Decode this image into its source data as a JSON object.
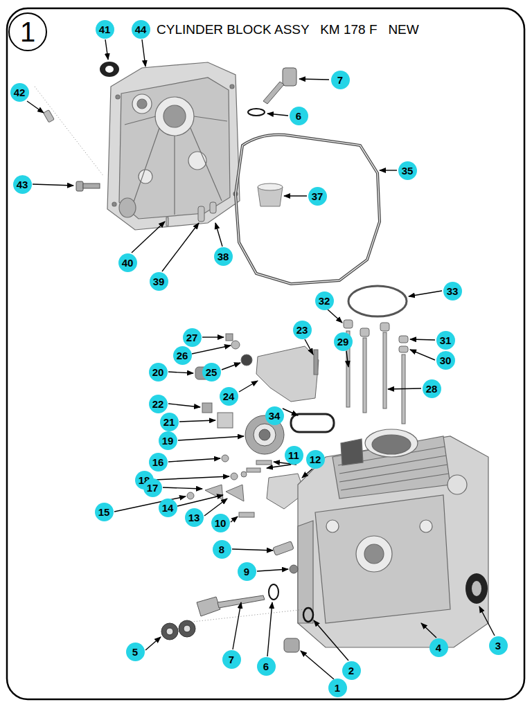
{
  "diagram": {
    "title": "CYLINDER BLOCK ASSY   KM 178 F   NEW",
    "nodes": [
      {
        "text": [
          "1"
        ]
      },
      {
        "text": [
          "41"
        ]
      },
      {
        "text": [
          "44"
        ]
      },
      {
        "text": [
          "7"
        ]
      },
      {
        "text": [
          "42"
        ]
      },
      {
        "text": [
          "6"
        ]
      },
      {
        "text": [
          "35"
        ]
      },
      {
        "text": [
          "43"
        ]
      },
      {
        "text": [
          "37"
        ]
      },
      {
        "text": [
          "38"
        ]
      },
      {
        "text": [
          "40"
        ]
      },
      {
        "text": [
          "39"
        ]
      },
      {
        "text": [
          "33"
        ]
      },
      {
        "text": [
          "32"
        ]
      },
      {
        "text": [
          "23"
        ]
      },
      {
        "text": [
          "27"
        ]
      },
      {
        "text": [
          "31"
        ]
      },
      {
        "text": [
          "29"
        ]
      },
      {
        "text": [
          "26"
        ]
      },
      {
        "text": [
          "30"
        ]
      },
      {
        "text": [
          "20"
        ]
      },
      {
        "text": [
          "25"
        ]
      },
      {
        "text": [
          "28"
        ]
      },
      {
        "text": [
          "24"
        ]
      },
      {
        "text": [
          "22"
        ]
      },
      {
        "text": [
          "34"
        ]
      },
      {
        "text": [
          "21"
        ]
      },
      {
        "text": [
          "19"
        ]
      },
      {
        "text": [
          "11"
        ]
      },
      {
        "text": [
          "12"
        ]
      },
      {
        "text": [
          "16"
        ]
      },
      {
        "text": [
          "18"
        ]
      },
      {
        "text": [
          "17"
        ]
      },
      {
        "text": [
          "14"
        ]
      },
      {
        "text": [
          "15"
        ]
      },
      {
        "text": [
          "13"
        ]
      },
      {
        "text": [
          "10"
        ]
      },
      {
        "text": [
          "8"
        ]
      },
      {
        "text": [
          "9"
        ]
      },
      {
        "text": [
          "3"
        ]
      },
      {
        "text": [
          "4"
        ]
      },
      {
        "text": [
          "5"
        ]
      },
      {
        "text": [
          "7"
        ]
      },
      {
        "text": [
          "6"
        ]
      },
      {
        "text": [
          "2"
        ]
      },
      {
        "text": [
          "1"
        ]
      }
    ]
  }
}
